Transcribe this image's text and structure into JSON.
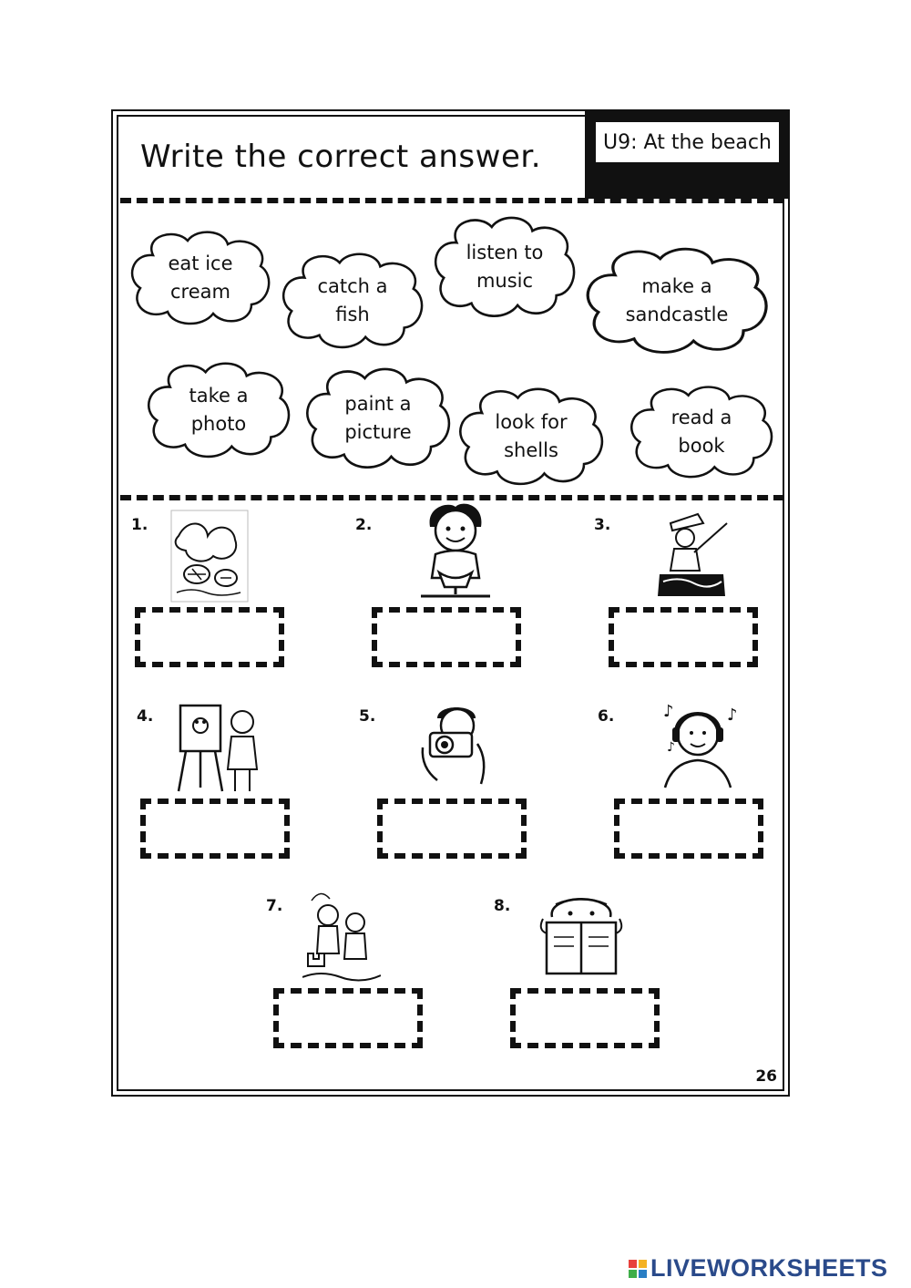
{
  "worksheet": {
    "title": "Write the correct answer.",
    "unit_label": "U9: At the beach",
    "page_number": "26"
  },
  "word_bank": [
    {
      "text": "eat ice\ncream"
    },
    {
      "text": "catch a\nfish"
    },
    {
      "text": "listen to\nmusic"
    },
    {
      "text": "make a\nsandcastle"
    },
    {
      "text": "take a\nphoto"
    },
    {
      "text": "paint a\npicture"
    },
    {
      "text": "look for\nshells"
    },
    {
      "text": "read a\nbook"
    }
  ],
  "items": [
    {
      "number": "1.",
      "picture": "shells-icon"
    },
    {
      "number": "2.",
      "picture": "ice-cream-icon"
    },
    {
      "number": "3.",
      "picture": "fishing-icon"
    },
    {
      "number": "4.",
      "picture": "painting-icon"
    },
    {
      "number": "5.",
      "picture": "camera-icon"
    },
    {
      "number": "6.",
      "picture": "headphones-icon"
    },
    {
      "number": "7.",
      "picture": "sandcastle-icon"
    },
    {
      "number": "8.",
      "picture": "reading-icon"
    }
  ],
  "footer": {
    "brand": "LIVEWORKSHEETS",
    "logo_colors": [
      "#e8413c",
      "#f4b223",
      "#3fae49",
      "#2a7ec4"
    ]
  }
}
